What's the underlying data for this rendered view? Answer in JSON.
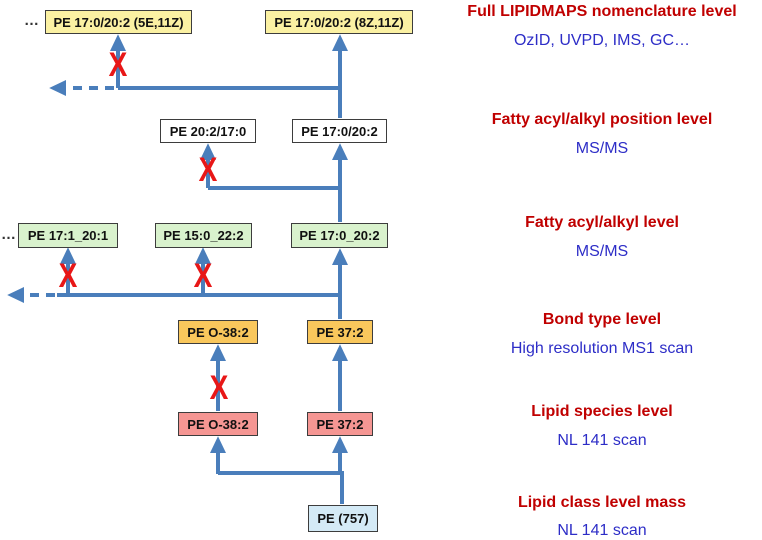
{
  "diagram": {
    "ellipsis_top": "…",
    "ellipsis_mid": "…",
    "x_mark": "X",
    "nodes": [
      {
        "id": "full-5e11z",
        "label": "PE 17:0/20:2 (5E,11Z)",
        "color": "yellow"
      },
      {
        "id": "full-8z11z",
        "label": "PE 17:0/20:2 (8Z,11Z)",
        "color": "yellow"
      },
      {
        "id": "pos-202-170",
        "label": "PE 20:2/17:0",
        "color": "white"
      },
      {
        "id": "pos-170-202",
        "label": "PE 17:0/20:2",
        "color": "white"
      },
      {
        "id": "acyl-171-201",
        "label": "PE 17:1_20:1",
        "color": "green"
      },
      {
        "id": "acyl-150-222",
        "label": "PE 15:0_22:2",
        "color": "green"
      },
      {
        "id": "acyl-170-202",
        "label": "PE 17:0_20:2",
        "color": "green"
      },
      {
        "id": "bond-o-382",
        "label": "PE O-38:2",
        "color": "orange"
      },
      {
        "id": "bond-372",
        "label": "PE 37:2",
        "color": "orange"
      },
      {
        "id": "species-o-382",
        "label": "PE O-38:2",
        "color": "pink"
      },
      {
        "id": "species-372",
        "label": "PE 37:2",
        "color": "pink"
      },
      {
        "id": "class-757",
        "label": "PE (757)",
        "color": "blue"
      }
    ]
  },
  "levels": [
    {
      "title": "Full LIPIDMAPS nomenclature level",
      "method": "OzID, UVPD, IMS, GC…"
    },
    {
      "title": "Fatty acyl/alkyl position level",
      "method": "MS/MS"
    },
    {
      "title": "Fatty acyl/alkyl level",
      "method": "MS/MS"
    },
    {
      "title": "Bond type level",
      "method": "High resolution MS1 scan"
    },
    {
      "title": "Lipid species level",
      "method": "NL 141 scan"
    },
    {
      "title": "Lipid class level mass",
      "method": "NL 141 scan"
    }
  ],
  "colors": {
    "arrow_blue": "#4a7ebb",
    "x_red": "#e81717",
    "title_red": "#c00000",
    "method_blue": "#2d2dc7",
    "box_yellow": "#fbf1a3",
    "box_green": "#d9f2cd",
    "box_orange": "#f9c75c",
    "box_pink": "#f59693",
    "box_blue": "#d4eaf6"
  }
}
